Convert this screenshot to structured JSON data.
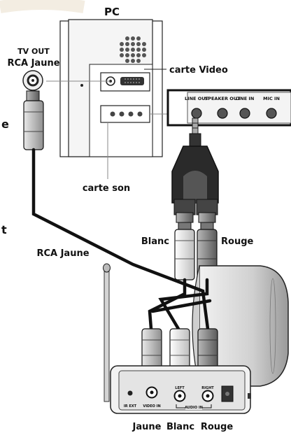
{
  "labels": {
    "pc": "PC",
    "tv_out_line1": "TV OUT",
    "tv_out_line2": "RCA Jaune",
    "carte_video": "carte Video",
    "carte_son": "carte son",
    "rca_jaune": "RCA Jaune",
    "blanc": "Blanc",
    "rouge": "Rouge",
    "bottom_jaune": "Jaune",
    "bottom_blanc": "Blanc",
    "bottom_rouge": "Rouge"
  },
  "sound_ports": [
    "LINE OUT",
    "SPEAKER OUT",
    "LINE IN",
    "MIC IN"
  ],
  "receiver_ports": {
    "ir_ext": "IR EXT",
    "video_in": "VIDEO IN",
    "left": "LEFT",
    "right": "RIGHT",
    "audio_in": "AUDIO IN"
  },
  "side_text": {
    "left_1": "e",
    "left_2": "t"
  },
  "colors": {
    "cable": "#111111",
    "white_plug": "#e6e6e6",
    "red_plug": "#8a8a8a",
    "yellow_plug": "#bdbdbd",
    "antenna_body": "#d4d4d4"
  }
}
